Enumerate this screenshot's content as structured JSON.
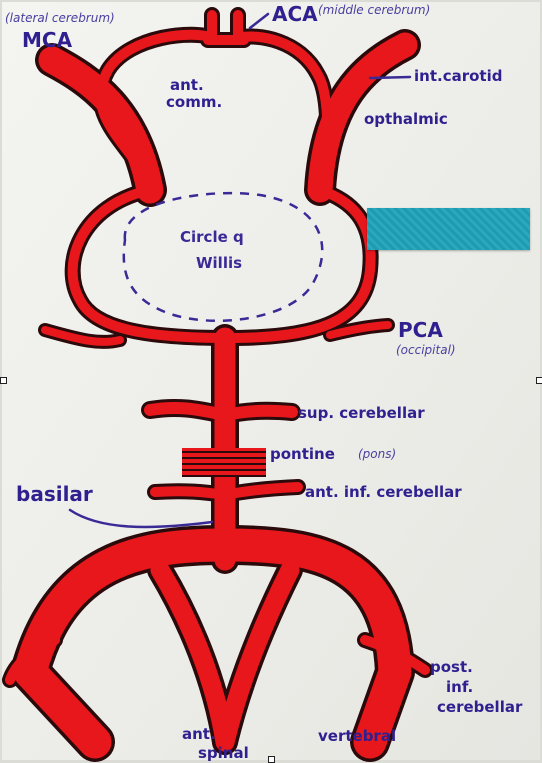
{
  "labels": {
    "lateral_cerebrum": "(lateral cerebrum)",
    "mca": "MCA",
    "aca": "ACA",
    "middle_cerebrum": "(middle cerebrum)",
    "ant_comm_1": "ant.",
    "ant_comm_2": "comm.",
    "int_carotid": "int.carotid",
    "ophthalmic": "opthalmic",
    "circle_1": "Circle q",
    "circle_2": "Willis",
    "pca": "PCA",
    "occipital": "(occipital)",
    "sup_cerebellar": "sup. cerebellar",
    "pontine": "pontine",
    "pons": "(pons)",
    "basilar": "basilar",
    "ant_inf_cerebellar": "ant. inf. cerebellar",
    "post_inf_1": "post.",
    "post_inf_2": "inf.",
    "post_inf_3": "cerebellar",
    "ant_spinal_1": "ant.",
    "ant_spinal_2": "spinal",
    "vertebral": "vertebral"
  },
  "colors": {
    "artery": "#e8171c",
    "outline": "#2a0a0a",
    "ink": "#2f1f8f",
    "paper": "#f2f2ee",
    "tape": "#1f9ab0"
  }
}
